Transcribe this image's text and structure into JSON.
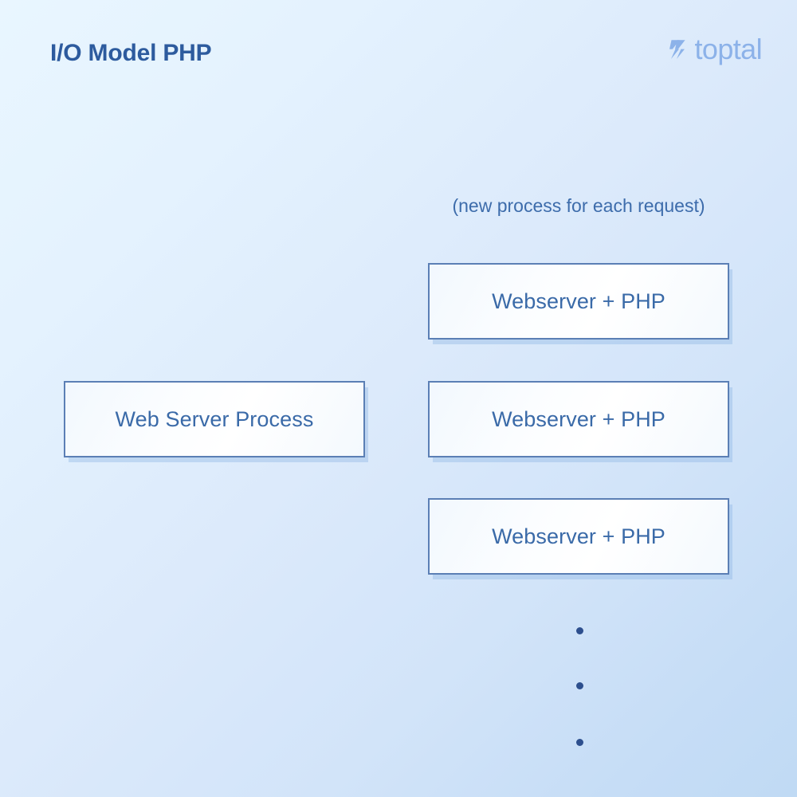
{
  "header": {
    "title": "I/O Model PHP",
    "title_color": "#2d5b9e",
    "brand": {
      "wordmark": "toptal",
      "mark_icon": "toptal-chevron-icon",
      "color": "#8cb2e9"
    }
  },
  "diagram": {
    "caption": "(new process for each request)",
    "caption_color": "#3d6cab",
    "box_border_color": "#5b7fb5",
    "box_text_color": "#3a6aa8",
    "nodes": [
      {
        "id": "web-server-process",
        "label": "Web Server Process"
      },
      {
        "id": "webserver-php-1",
        "label": "Webserver + PHP"
      },
      {
        "id": "webserver-php-2",
        "label": "Webserver + PHP"
      },
      {
        "id": "webserver-php-3",
        "label": "Webserver + PHP"
      }
    ],
    "continuation": {
      "icon": "vertical-ellipsis-icon",
      "dots": 3,
      "color": "#2d4f8e"
    }
  },
  "background": {
    "gradient_from": "#e9f6ff",
    "gradient_to": "#c0daf4"
  }
}
